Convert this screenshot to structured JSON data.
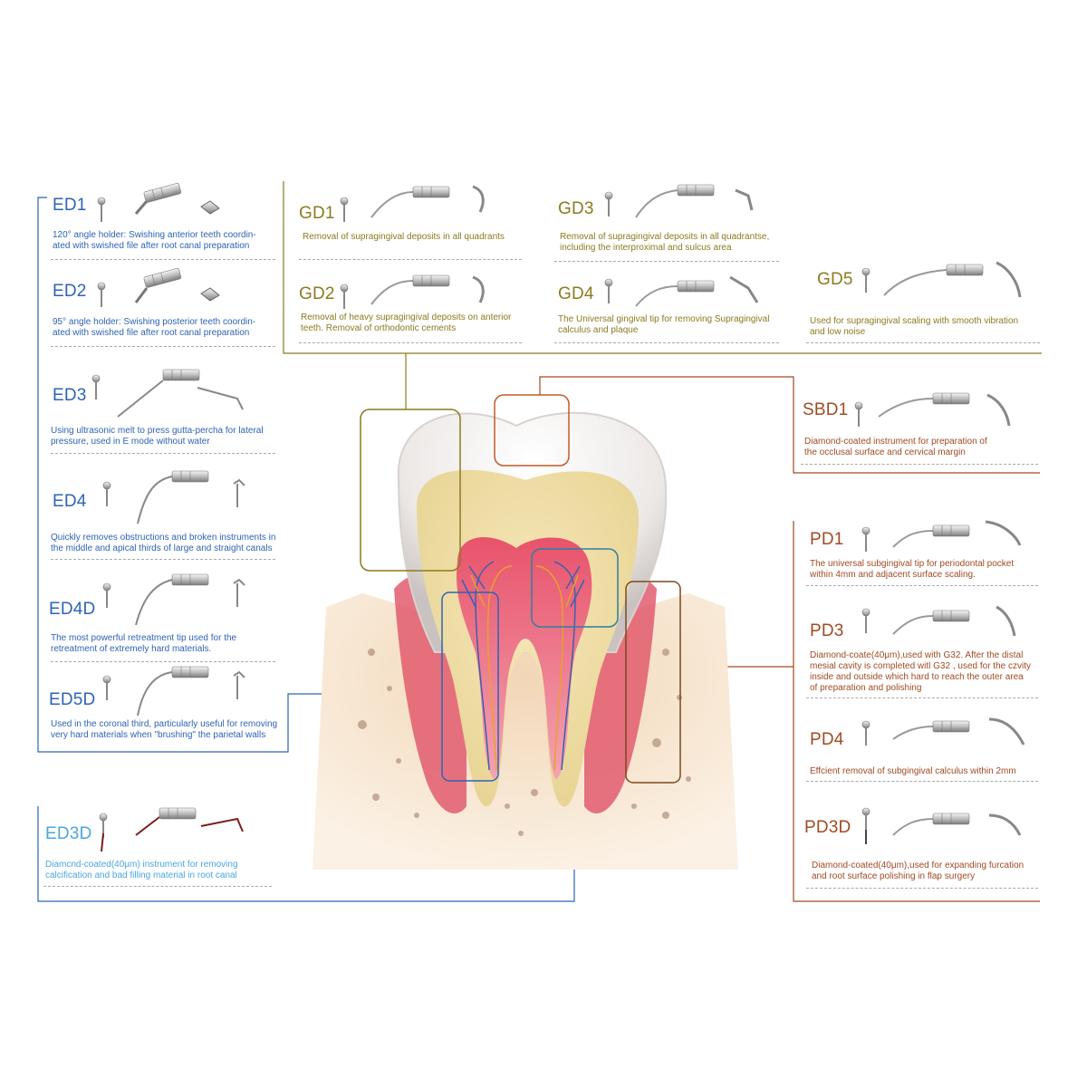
{
  "colors": {
    "endo": "#2e63b6",
    "endo_light": "#4aa6df",
    "general": "#8c7a1f",
    "perio": "#a14a22"
  },
  "endo_tips": [
    {
      "code": "ED1",
      "lines": [
        "120° angle holder: Swishing anterior teeth coordin-",
        "ated with swished file after root canal preparation"
      ]
    },
    {
      "code": "ED2",
      "lines": [
        "95° angle holder: Swishing posterior teeth coordin-",
        "ated with swished file after root canal preparation"
      ]
    },
    {
      "code": "ED3",
      "lines": [
        "Using ultrasonic melt to press gutta-percha for lateral",
        "pressure, used in E mode without water"
      ]
    },
    {
      "code": "ED4",
      "lines": [
        "Quickly removes obstructions and broken instruments in",
        "the middle and apical thirds of large and straight canals"
      ]
    },
    {
      "code": "ED4D",
      "lines": [
        "The most powerful retreatment tip used for the",
        "retreatment of extremely hard materials."
      ]
    },
    {
      "code": "ED5D",
      "lines": [
        "Used in the coronal third, particularly useful for removing",
        "very hard materials when \"brushing\" the parietal walls"
      ]
    },
    {
      "code": "ED3D",
      "lines": [
        "Diamcnd-coated(40μm) instrument for removing",
        "calcification and bad filling material in root canal"
      ]
    }
  ],
  "general_tips": [
    {
      "code": "GD1",
      "lines": [
        "Removal of supragingival deposits in all quadrants"
      ]
    },
    {
      "code": "GD2",
      "lines": [
        "Removal of heavy supragingival deposits on anterior",
        "teeth. Removal of orthodontic cements"
      ]
    },
    {
      "code": "GD3",
      "lines": [
        "Removal of supragingival deposits in all quadrantse,",
        "including the interproximal and sulcus area"
      ]
    },
    {
      "code": "GD4",
      "lines": [
        "The Universal gingival tip for removing Supragingival",
        "calculus and plaque"
      ]
    },
    {
      "code": "GD5",
      "lines": [
        "Used for supragingival scaling with smooth vibration",
        "and low noise"
      ]
    }
  ],
  "perio_tips": [
    {
      "code": "SBD1",
      "lines": [
        "Diamond-coated instrument for preparation of",
        "the occlusal surface and cervical margin"
      ]
    },
    {
      "code": "PD1",
      "lines": [
        "The universal subgingival tip for periodontal pocket",
        "within 4mm and adjacent surface scaling."
      ]
    },
    {
      "code": "PD3",
      "lines": [
        "Diamond-coate(40μm),used with G32. After the distal",
        "mesial cavity is completed witl G32 , used for the czvity",
        "inside and outside which hard to reach the outer area",
        "of preparation and polishing"
      ]
    },
    {
      "code": "PD4",
      "lines": [
        "Effcient removal of subgingival calculus within 2mm"
      ]
    },
    {
      "code": "PD3D",
      "lines": [
        "Diamond-coated(40μm),used for expanding furcation",
        "and root surface polishing in flap surgery"
      ]
    }
  ]
}
